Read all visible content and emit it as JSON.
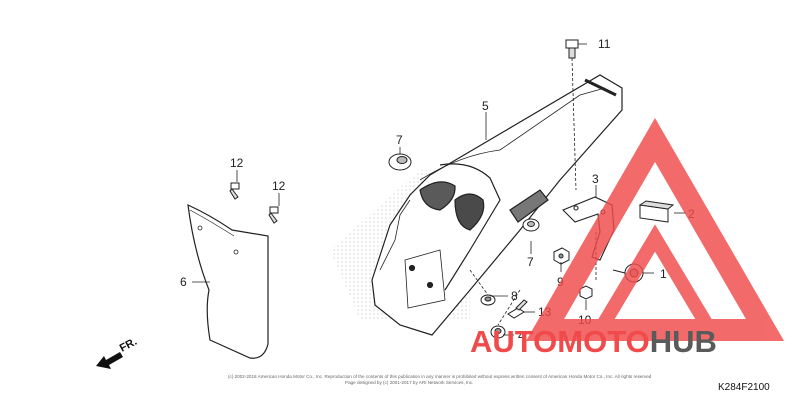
{
  "diagram": {
    "part_code": "K284F2100",
    "copyright": {
      "line1": "(c) 2002-2018 American Honda Motor Co., Inc. Reproduction of the contents of this publication in any manner is prohibited without express written consent of American Honda Motor Co., Inc. All rights reserved",
      "line2": "Page designed by (c) 2001-2017 by ARI Network Services, Inc."
    },
    "direction_label": "FR.",
    "callouts": [
      {
        "id": "1",
        "text": "1"
      },
      {
        "id": "2",
        "text": "2"
      },
      {
        "id": "3",
        "text": "3"
      },
      {
        "id": "4",
        "text": "4"
      },
      {
        "id": "5",
        "text": "5"
      },
      {
        "id": "6",
        "text": "6"
      },
      {
        "id": "7a",
        "text": "7"
      },
      {
        "id": "7b",
        "text": "7"
      },
      {
        "id": "8",
        "text": "8"
      },
      {
        "id": "9",
        "text": "9"
      },
      {
        "id": "10",
        "text": "10"
      },
      {
        "id": "11",
        "text": "11"
      },
      {
        "id": "12a",
        "text": "12"
      },
      {
        "id": "12b",
        "text": "12"
      },
      {
        "id": "13",
        "text": "13"
      }
    ]
  },
  "watermark": {
    "text_part1": "AUTO",
    "text_part2": "MOTO",
    "text_part3": "HUB",
    "color_primary": "#f04a4a",
    "color_secondary": "#5a5a5a",
    "color_accent": "#f5c518"
  }
}
